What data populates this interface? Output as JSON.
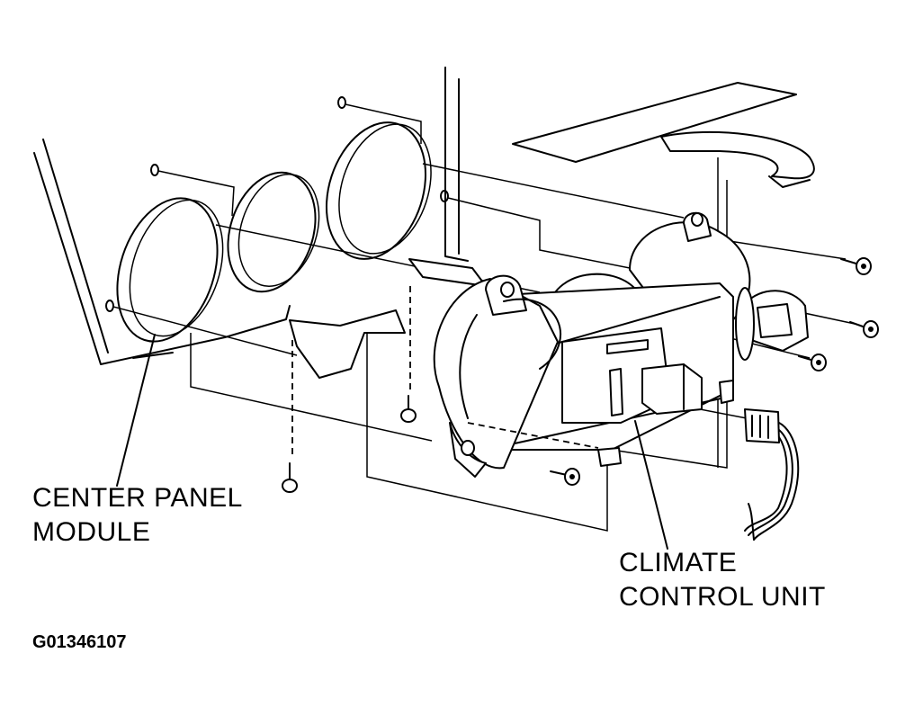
{
  "labels": {
    "center_panel_line1": "CENTER PANEL",
    "center_panel_line2": "MODULE",
    "climate_line1": "CLIMATE",
    "climate_line2": "CONTROL UNIT"
  },
  "figure_id": "G01346107"
}
